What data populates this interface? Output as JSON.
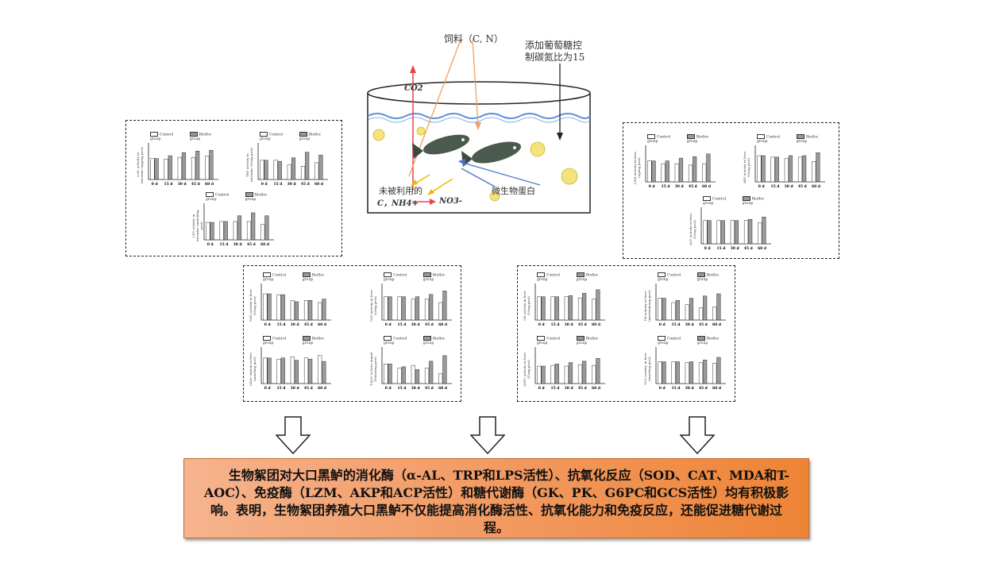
{
  "tank": {
    "feed_label": "饲料（C, N）",
    "glucose_label_line1": "添加葡萄糖控",
    "glucose_label_line2": "制碳氮比为15",
    "co2_label": "CO2",
    "unused_label": "未被利用的",
    "nutrients_label": "C，NH4+",
    "nitrate_label": "NO3-",
    "microbial_protein_label": "微生物蛋白",
    "colors": {
      "water_line": "#5b8fd6",
      "co2_arrow": "#e8434f",
      "feed_arrow": "#f0a060",
      "unused_arrow": "#f0b800",
      "protein_arrow": "#4a78c9",
      "floc": "#f0e070"
    }
  },
  "legend": {
    "control": "Control group",
    "biofloc": "Biofloc group"
  },
  "panels": {
    "digestive": {
      "charts": [
        {
          "ylabel": "α-AL activity in intestine (mg/mg prot)",
          "categories": [
            "0 d",
            "15 d",
            "30 d",
            "45 d",
            "60 d"
          ],
          "control": [
            0.9,
            0.88,
            0.95,
            0.95,
            1.0
          ],
          "biofloc": [
            0.9,
            1.02,
            1.15,
            1.22,
            1.25
          ],
          "ymax": 1.5
        },
        {
          "ylabel": "TRP activity in intestine (U/mg prot)",
          "categories": [
            "0 d",
            "15 d",
            "30 d",
            "45 d",
            "60 d"
          ],
          "control": [
            0.55,
            0.55,
            0.42,
            0.38,
            0.48
          ],
          "biofloc": [
            0.55,
            0.52,
            0.62,
            0.78,
            0.7
          ],
          "ymax": 1.0
        },
        {
          "ylabel": "LPS activity in intestine (mmol/mg prot)",
          "categories": [
            "0 d",
            "15 d",
            "30 d",
            "45 d",
            "60 d"
          ],
          "control": [
            0.4,
            0.42,
            0.42,
            0.42,
            0.35
          ],
          "biofloc": [
            0.4,
            0.42,
            0.55,
            0.62,
            0.55
          ],
          "ymax": 0.8
        }
      ]
    },
    "antioxidant": {
      "charts": [
        {
          "ylabel": "SOD activity in liver (U/mg prot)",
          "categories": [
            "0 d",
            "15 d",
            "30 d",
            "45 d",
            "60 d"
          ],
          "control": [
            60,
            58,
            45,
            45,
            40
          ],
          "biofloc": [
            60,
            58,
            42,
            45,
            48
          ],
          "ymax": 80
        },
        {
          "ylabel": "CAT activity in liver (U/mg prot)",
          "categories": [
            "0 d",
            "15 d",
            "30 d",
            "45 d",
            "60 d"
          ],
          "control": [
            20,
            20,
            18,
            18,
            15
          ],
          "biofloc": [
            20,
            20,
            20,
            22,
            25
          ],
          "ymax": 30
        },
        {
          "ylabel": "MDA content in liver (nmol/mg prot)",
          "categories": [
            "0 d",
            "15 d",
            "30 d",
            "45 d",
            "60 d"
          ],
          "control": [
            1.1,
            1.05,
            1.15,
            1.1,
            1.2
          ],
          "biofloc": [
            1.1,
            1.1,
            1.0,
            1.05,
            0.95
          ],
          "ymax": 1.5
        },
        {
          "ylabel": "T-AOC in liver (mmol Trolox/mg prot)",
          "categories": [
            "0 d",
            "15 d",
            "30 d",
            "45 d",
            "60 d"
          ],
          "control": [
            0.14,
            0.11,
            0.13,
            0.11,
            0.07
          ],
          "biofloc": [
            0.14,
            0.12,
            0.1,
            0.16,
            0.2
          ],
          "ymax": 0.25
        }
      ]
    },
    "immune": {
      "charts": [
        {
          "ylabel": "LZM activity in liver (ug/mg prot)",
          "categories": [
            "0 d",
            "15 d",
            "30 d",
            "45 d",
            "60 d"
          ],
          "control": [
            1.5,
            1.3,
            1.3,
            1.2,
            1.3
          ],
          "biofloc": [
            1.5,
            1.5,
            1.7,
            1.8,
            2.0
          ],
          "ymax": 2.5
        },
        {
          "ylabel": "AKP activity in liver (U/mg prot)",
          "categories": [
            "0 d",
            "15 d",
            "30 d",
            "45 d",
            "60 d"
          ],
          "control": [
            0.9,
            0.85,
            0.8,
            0.85,
            0.7
          ],
          "biofloc": [
            0.9,
            0.85,
            0.9,
            0.9,
            1.0
          ],
          "ymax": 1.2
        },
        {
          "ylabel": "ACP activity in liver (U/mg prot)",
          "categories": [
            "0 d",
            "15 d",
            "30 d",
            "45 d",
            "60 d"
          ],
          "control": [
            1.0,
            1.0,
            1.0,
            1.0,
            0.9
          ],
          "biofloc": [
            1.0,
            1.0,
            1.0,
            1.05,
            1.15
          ],
          "ymax": 1.5
        }
      ]
    },
    "glucose": {
      "charts": [
        {
          "ylabel": "GK activity in liver (U/mg prot)",
          "categories": [
            "0 d",
            "15 d",
            "30 d",
            "45 d",
            "60 d"
          ],
          "control": [
            40,
            40,
            40,
            38,
            36
          ],
          "biofloc": [
            40,
            40,
            42,
            46,
            52
          ],
          "ymax": 60
        },
        {
          "ylabel": "PK activity in liver (nmol/min/mg prot)",
          "categories": [
            "0 d",
            "15 d",
            "30 d",
            "45 d",
            "60 d"
          ],
          "control": [
            0.5,
            0.4,
            0.35,
            0.28,
            0.3
          ],
          "biofloc": [
            0.5,
            0.45,
            0.5,
            0.55,
            0.6
          ],
          "ymax": 0.8
        },
        {
          "ylabel": "G6PC activity in liver (U/mg prot)",
          "categories": [
            "0 d",
            "15 d",
            "30 d",
            "45 d",
            "60 d"
          ],
          "control": [
            25,
            26,
            25,
            27,
            26
          ],
          "biofloc": [
            25,
            28,
            30,
            32,
            36
          ],
          "ymax": 50
        },
        {
          "ylabel": "GCS activity in liver (nmol/mg prot)",
          "categories": [
            "0 d",
            "15 d",
            "30 d",
            "45 d",
            "60 d"
          ],
          "control": [
            25,
            25,
            24,
            24,
            23
          ],
          "biofloc": [
            25,
            25,
            25,
            27,
            30
          ],
          "ymax": 40
        }
      ]
    }
  },
  "summary_text": "生物絮团对大口黑鲈的消化酶（α-AL、TRP和LPS活性）、抗氧化反应（SOD、CAT、MDA和T-AOC）、免疫酶（LZM、AKP和ACP活性）和糖代谢酶（GK、PK、G6PC和GCS活性）均有积极影响。表明，生物絮团养殖大口黑鲈不仅能提高消化酶活性、抗氧化能力和免疫反应，还能促进糖代谢过程。"
}
